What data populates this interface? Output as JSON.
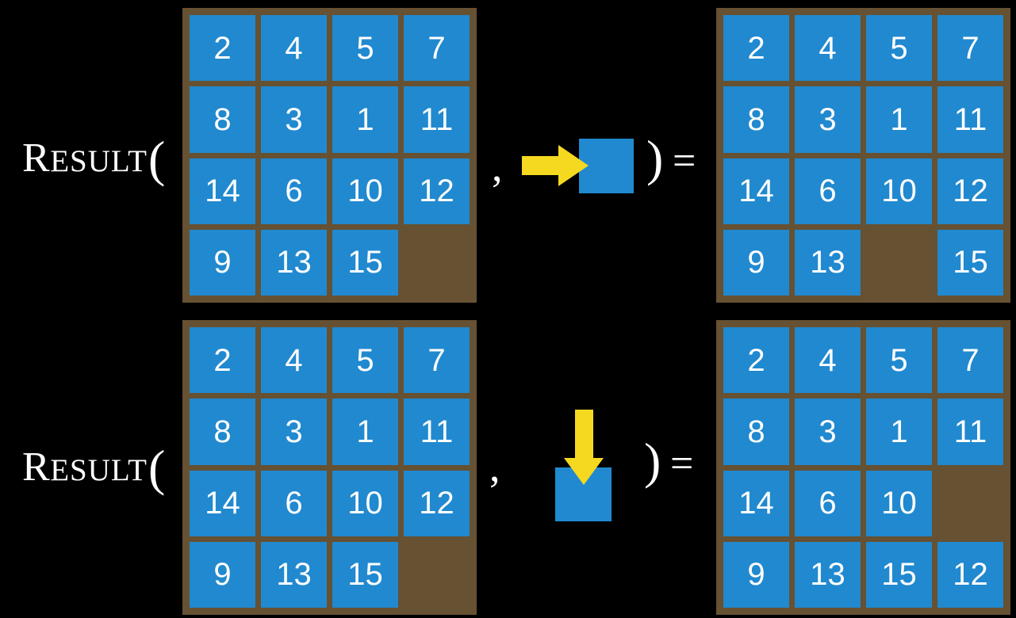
{
  "colors": {
    "background": "#000000",
    "board_frame": "#665132",
    "tile": "#2189cf",
    "tile_text": "#ffffff",
    "arrow": "#f5d920",
    "label_text": "#ffffff"
  },
  "rows": [
    {
      "id": "row-top",
      "label": {
        "first": "R",
        "rest": "ESULT",
        "paren": "("
      },
      "comma": ",",
      "paren_close": ")",
      "equals": "=",
      "operand": {
        "direction": "right",
        "arrow_icon": "arrow-right-icon",
        "tile_value": ""
      },
      "input_board": {
        "name": "input-board",
        "cells": [
          "2",
          "4",
          "5",
          "7",
          "8",
          "3",
          "1",
          "11",
          "14",
          "6",
          "10",
          "12",
          "9",
          "13",
          "15",
          ""
        ]
      },
      "output_board": {
        "name": "output-board",
        "cells": [
          "2",
          "4",
          "5",
          "7",
          "8",
          "3",
          "1",
          "11",
          "14",
          "6",
          "10",
          "12",
          "9",
          "13",
          "",
          "15"
        ]
      }
    },
    {
      "id": "row-bottom",
      "label": {
        "first": "R",
        "rest": "ESULT",
        "paren": "("
      },
      "comma": ",",
      "paren_close": ")",
      "equals": "=",
      "operand": {
        "direction": "down",
        "arrow_icon": "arrow-down-icon",
        "tile_value": ""
      },
      "input_board": {
        "name": "input-board",
        "cells": [
          "2",
          "4",
          "5",
          "7",
          "8",
          "3",
          "1",
          "11",
          "14",
          "6",
          "10",
          "12",
          "9",
          "13",
          "15",
          ""
        ]
      },
      "output_board": {
        "name": "output-board",
        "cells": [
          "2",
          "4",
          "5",
          "7",
          "8",
          "3",
          "1",
          "11",
          "14",
          "6",
          "10",
          "",
          "9",
          "13",
          "15",
          "12"
        ]
      }
    }
  ]
}
